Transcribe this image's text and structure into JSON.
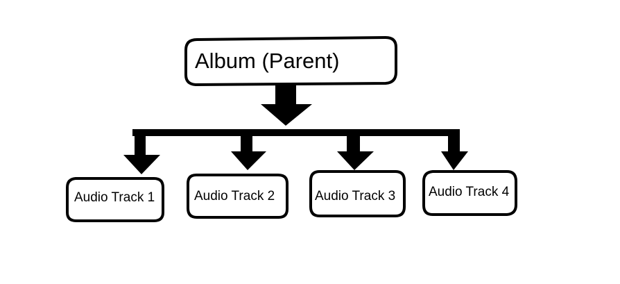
{
  "colors": {
    "background": "#ffffff",
    "ink": "#000000"
  },
  "parent": {
    "label": "Album (Parent)"
  },
  "children": [
    {
      "label": "Audio Track 1"
    },
    {
      "label": "Audio Track 2"
    },
    {
      "label": "Audio Track 3"
    },
    {
      "label": "Audio Track 4"
    }
  ]
}
